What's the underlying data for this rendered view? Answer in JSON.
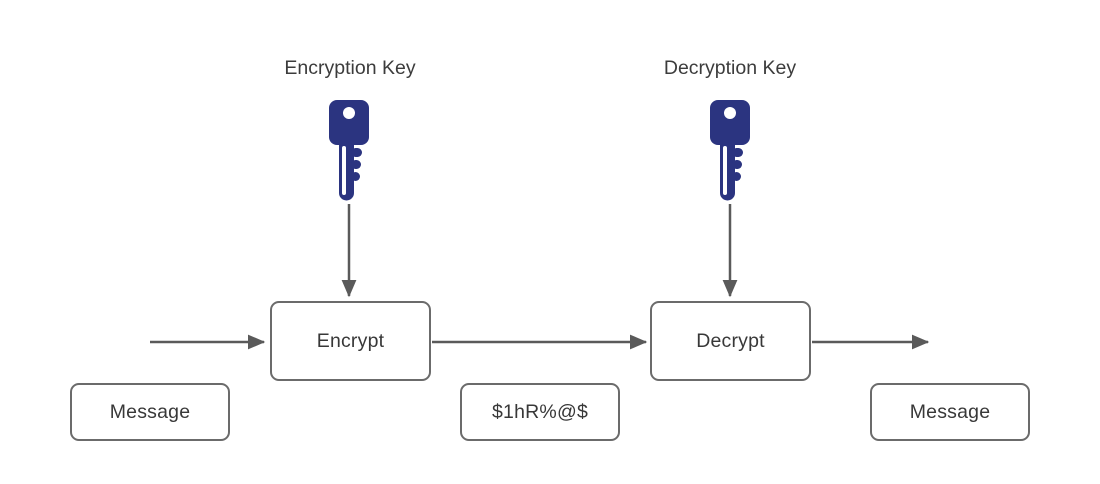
{
  "diagram": {
    "labels": {
      "encryption_key": "Encryption Key",
      "decryption_key": "Decryption Key"
    },
    "nodes": {
      "encrypt": "Encrypt",
      "decrypt": "Decrypt",
      "message_input": "Message",
      "ciphertext": "$1hR%@$",
      "message_output": "Message"
    },
    "colors": {
      "key_fill": "#2b3480",
      "arrow": "#5a5a5a",
      "box_border": "#6b6b6b",
      "text": "#3c3c3c",
      "background": "#ffffff"
    }
  }
}
